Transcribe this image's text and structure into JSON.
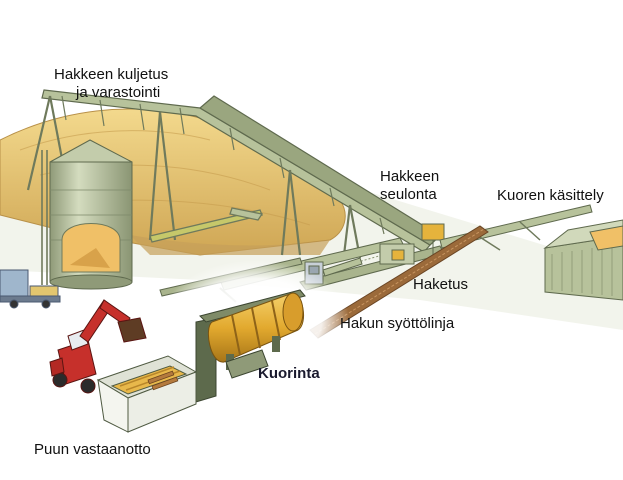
{
  "labels": {
    "hakkeen_kuljetus_line1": "Hakkeen kuljetus",
    "hakkeen_kuljetus_line2": "ja varastointi",
    "hakkeen_seulonta_line1": "Hakkeen",
    "hakkeen_seulonta_line2": "seulonta",
    "kuoren_kasittely": "Kuoren käsittely",
    "haketus": "Haketus",
    "hakun_syottolinja": "Hakun syöttölinja",
    "kuorinta": "Kuorinta",
    "puun_vastaanotto": "Puun vastaanotto"
  },
  "colors": {
    "chip_pile": "#e8c470",
    "chip_pile_shadow": "#c9a352",
    "structure_green": "#b7c29b",
    "structure_dark": "#6f7a5c",
    "drum_yellow": "#e5b33c",
    "loader_red": "#c6302b",
    "glow": "#ffffff"
  }
}
